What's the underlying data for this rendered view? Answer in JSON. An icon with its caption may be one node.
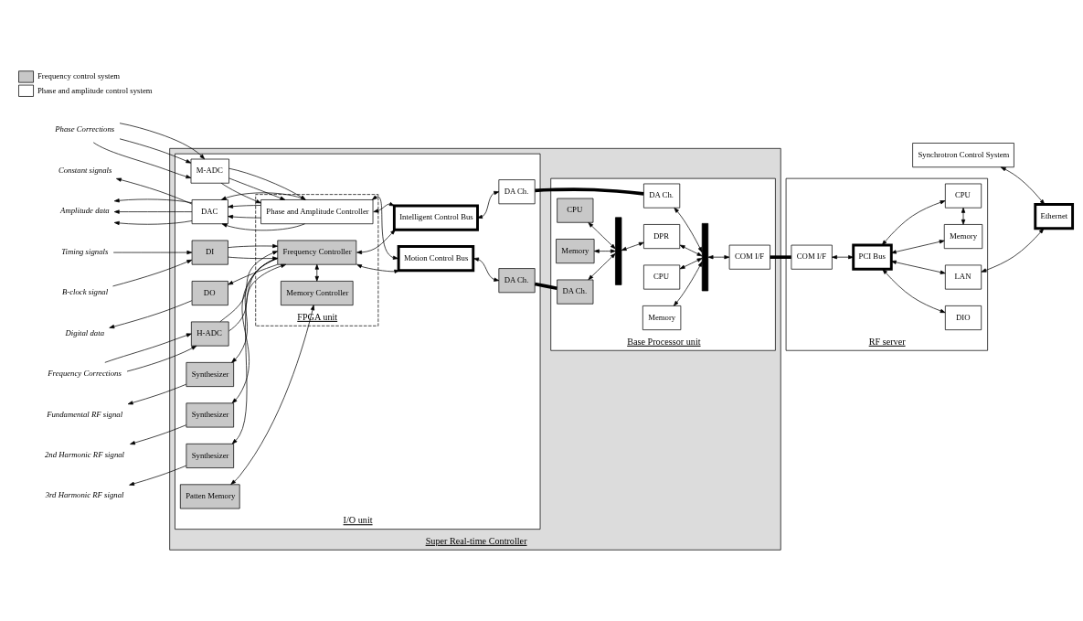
{
  "diagram": {
    "nodes": [
      {
        "text": [
          "Super Real-time Controller"
        ]
      },
      {
        "text": [
          "I/O unit"
        ],
        "in": 0
      },
      {
        "text": [
          "FPGA unit"
        ],
        "in": 1
      },
      {
        "text": [
          "Base Processor unit"
        ],
        "in": 0
      },
      {
        "text": [
          "RF server"
        ]
      },
      {
        "text": [
          "Phase Corrections"
        ]
      },
      {
        "text": [
          "Amplitude data"
        ]
      },
      {
        "text": [
          "Constant signals"
        ]
      },
      {
        "text": [
          "B-clock signal"
        ]
      },
      {
        "text": [
          "Timing signals"
        ]
      },
      {
        "text": [
          "Digital data"
        ]
      },
      {
        "text": [
          "Frequency Corrections"
        ]
      },
      {
        "text": [
          "Fundamental RF signal"
        ]
      },
      {
        "text": [
          "2nd Harmonic RF signal"
        ]
      },
      {
        "text": [
          "3rd Harmonic RF signal"
        ]
      },
      {
        "text": [
          "M-ADC"
        ],
        "in": 1
      },
      {
        "text": [
          "DAC"
        ],
        "in": 1
      },
      {
        "text": [
          "DI"
        ],
        "in": 1
      },
      {
        "text": [
          "DO"
        ],
        "in": 1
      },
      {
        "text": [
          "H-ADC"
        ],
        "in": 1
      },
      {
        "text": [
          "Synthesizer"
        ],
        "in": 1
      },
      {
        "text": [
          "Synthesizer"
        ],
        "in": 1
      },
      {
        "text": [
          "Synthesizer"
        ],
        "in": 1
      },
      {
        "text": [
          "Patten Memory"
        ],
        "in": 1
      },
      {
        "text": [
          "Phase and Amplitude Controller"
        ],
        "in": 2
      },
      {
        "text": [
          "Frequency Controller"
        ],
        "in": 2
      },
      {
        "text": [
          "Memory Controller"
        ],
        "in": 2
      },
      {
        "text": [
          "Motion Control Bus"
        ],
        "in": 1
      },
      {
        "text": [
          "Intelligent Control Bus"
        ],
        "in": 1
      },
      {
        "text": [
          "DA Ch."
        ],
        "in": 1
      },
      {
        "text": [
          "DA Ch."
        ],
        "in": 1
      },
      {
        "text": [
          "DA Ch."
        ],
        "in": 3
      },
      {
        "text": [
          "CPU"
        ],
        "in": 3
      },
      {
        "text": [
          "Memory"
        ],
        "in": 3
      },
      {
        "text": [],
        "shape": "bar",
        "in": 3
      },
      {
        "text": [
          "DPR"
        ],
        "in": 3
      },
      {
        "text": [],
        "shape": "bar",
        "in": 3
      },
      {
        "text": [
          "DA Ch."
        ],
        "in": 3
      },
      {
        "text": [
          "CPU"
        ],
        "in": 3
      },
      {
        "text": [
          "Memory"
        ],
        "in": 3
      },
      {
        "text": [
          "COM I/F"
        ],
        "in": 3
      },
      {
        "text": [
          "Synchrotron Control System"
        ]
      },
      {
        "text": [
          "Ethernet"
        ]
      },
      {
        "text": [
          "PCI Bus"
        ],
        "in": 4
      },
      {
        "text": [
          "Memory"
        ],
        "in": 4
      },
      {
        "text": [
          "CPU"
        ],
        "in": 4
      },
      {
        "text": [
          "COM I/F"
        ],
        "in": 4
      },
      {
        "text": [
          "DIO"
        ],
        "in": 4
      },
      {
        "text": [
          "LAN"
        ],
        "in": 4
      }
    ],
    "edges": [
      {
        "from": 5,
        "to": 15,
        "arrow": "to"
      },
      {
        "from": 5,
        "to": 15,
        "arrow": "to"
      },
      {
        "from": 5,
        "to": 15,
        "arrow": "to"
      },
      {
        "from": 15,
        "to": 24,
        "arrow": "to"
      },
      {
        "from": 15,
        "to": 24,
        "arrow": "to"
      },
      {
        "from": 15,
        "to": 24,
        "arrow": "to"
      },
      {
        "from": 24,
        "to": 16,
        "arrow": "to"
      },
      {
        "from": 24,
        "to": 16,
        "arrow": "to"
      },
      {
        "from": 24,
        "to": 16,
        "arrow": "to"
      },
      {
        "from": 24,
        "to": 16,
        "arrow": "to"
      },
      {
        "from": 16,
        "to": 6,
        "arrow": "to"
      },
      {
        "from": 16,
        "to": 6,
        "arrow": "to"
      },
      {
        "from": 16,
        "to": 6,
        "arrow": "to"
      },
      {
        "from": 16,
        "to": 7,
        "arrow": "to"
      },
      {
        "from": 8,
        "to": 17,
        "arrow": "to"
      },
      {
        "from": 9,
        "to": 17,
        "arrow": "to"
      },
      {
        "from": 17,
        "to": 25,
        "arrow": "to"
      },
      {
        "from": 17,
        "to": 25,
        "arrow": "to"
      },
      {
        "from": 25,
        "to": 18,
        "arrow": "to"
      },
      {
        "from": 18,
        "to": 10,
        "arrow": "to"
      },
      {
        "from": 11,
        "to": 19,
        "arrow": "to"
      },
      {
        "from": 11,
        "to": 19,
        "arrow": "to"
      },
      {
        "from": 19,
        "to": 25,
        "arrow": "to"
      },
      {
        "from": 19,
        "to": 25,
        "arrow": "to"
      },
      {
        "from": 25,
        "to": 20,
        "arrow": "to"
      },
      {
        "from": 25,
        "to": 21,
        "arrow": "to"
      },
      {
        "from": 25,
        "to": 22,
        "arrow": "to"
      },
      {
        "from": 20,
        "to": 12,
        "arrow": "to"
      },
      {
        "from": 21,
        "to": 13,
        "arrow": "to"
      },
      {
        "from": 22,
        "to": 14,
        "arrow": "to"
      },
      {
        "from": 25,
        "to": 26,
        "arrow": "both"
      },
      {
        "from": 23,
        "to": 26,
        "arrow": "both"
      },
      {
        "from": 24,
        "to": 27,
        "arrow": "both"
      },
      {
        "from": 24,
        "to": 28,
        "arrow": "both"
      },
      {
        "from": 27,
        "to": 29,
        "arrow": "both"
      },
      {
        "from": 25,
        "to": 28,
        "arrow": "both"
      },
      {
        "from": 25,
        "to": 27,
        "arrow": "both"
      },
      {
        "from": 28,
        "to": 30,
        "arrow": "both"
      },
      {
        "from": 29,
        "to": 31,
        "arrow": "none",
        "style": "thick"
      },
      {
        "from": 30,
        "to": 37,
        "arrow": "none",
        "style": "thick"
      },
      {
        "from": 31,
        "to": 34,
        "arrow": "both"
      },
      {
        "from": 32,
        "to": 34,
        "arrow": "both"
      },
      {
        "from": 33,
        "to": 34,
        "arrow": "both"
      },
      {
        "from": 34,
        "to": 35,
        "arrow": "both"
      },
      {
        "from": 35,
        "to": 36,
        "arrow": "both"
      },
      {
        "from": 36,
        "to": 37,
        "arrow": "both"
      },
      {
        "from": 36,
        "to": 38,
        "arrow": "both"
      },
      {
        "from": 36,
        "to": 39,
        "arrow": "both"
      },
      {
        "from": 36,
        "to": 40,
        "arrow": "both"
      },
      {
        "from": 40,
        "to": 46,
        "arrow": "none",
        "style": "thick"
      },
      {
        "from": 46,
        "to": 43,
        "arrow": "both"
      },
      {
        "from": 44,
        "to": 43,
        "arrow": "both"
      },
      {
        "from": 45,
        "to": 43,
        "arrow": "both"
      },
      {
        "from": 44,
        "to": 45,
        "arrow": "both"
      },
      {
        "from": 47,
        "to": 43,
        "arrow": "both"
      },
      {
        "from": 48,
        "to": 43,
        "arrow": "both"
      },
      {
        "from": 48,
        "to": 42,
        "arrow": "both"
      },
      {
        "from": 41,
        "to": 42,
        "arrow": "both"
      }
    ],
    "legend": [
      {
        "text": "Frequency control system",
        "color": "#c8c8c8"
      },
      {
        "text": "Phase and amplitude control system",
        "color": "#ffffff"
      }
    ]
  }
}
